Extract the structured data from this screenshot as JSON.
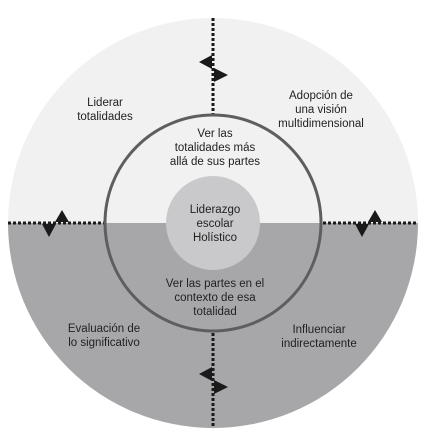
{
  "diagram": {
    "center": "Liderazgo\nescolar\nHolístico",
    "inner_top": "Ver las\ntotalidades más\nallá de sus partes",
    "inner_bottom": "Ver las partes en el\ncontexto de esa\ntotalidad",
    "quadrants": {
      "top_left": "Liderar\ntotalidades",
      "top_right": "Adopción de\nuna visión\nmultidimensional",
      "bottom_left": "Evaluación de\nlo significativo",
      "bottom_right": "Influenciar\nindirectamente"
    },
    "colors": {
      "top_half": "#f1f1f1",
      "bottom_half": "#a7a7aa",
      "center_circle": "#c9c9cb",
      "ring": "#5e5e60",
      "axis": "#1a1a1a"
    }
  }
}
